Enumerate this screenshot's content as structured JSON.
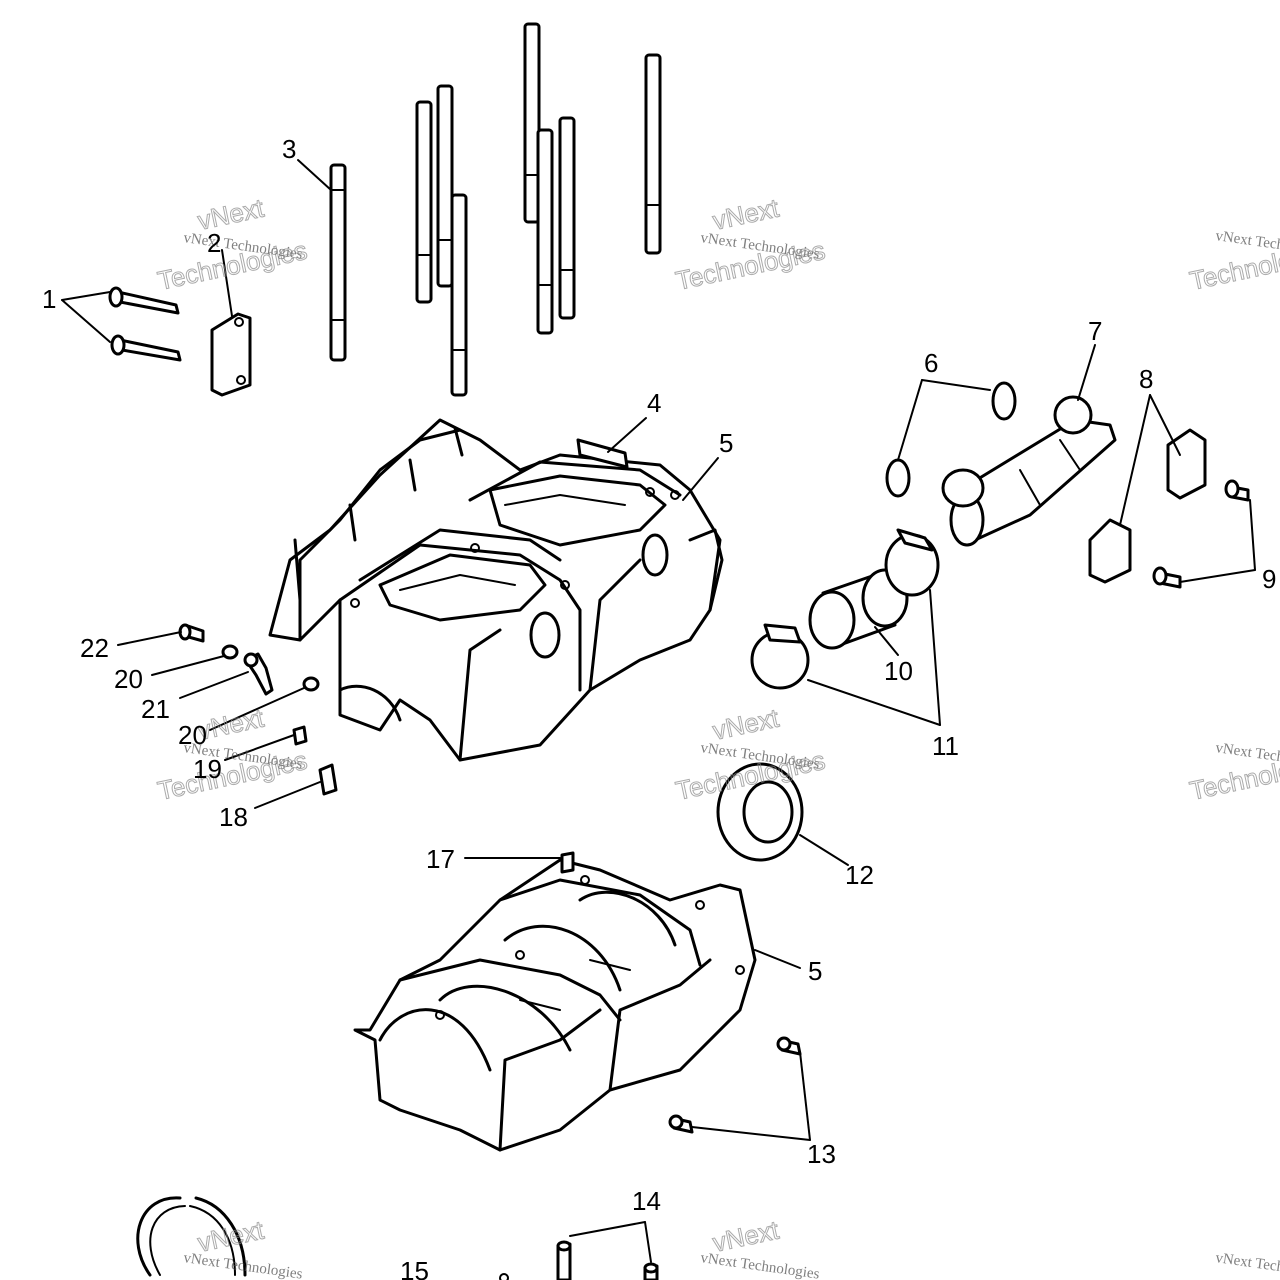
{
  "callouts": {
    "c1": "1",
    "c2": "2",
    "c3": "3",
    "c4": "4",
    "c5a": "5",
    "c5b": "5",
    "c6": "6",
    "c7": "7",
    "c8": "8",
    "c9": "9",
    "c10": "10",
    "c11": "11",
    "c12": "12",
    "c13": "13",
    "c14": "14",
    "c15": "15",
    "c17": "17",
    "c18": "18",
    "c19": "19",
    "c20a": "20",
    "c20b": "20",
    "c21": "21",
    "c22": "22"
  },
  "watermark": {
    "line1": "vNext Technologies",
    "line2": "vNext",
    "line3": "Technologies"
  },
  "colors": {
    "ink": "#000000",
    "paper": "#ffffff",
    "watermark": "#888888"
  }
}
